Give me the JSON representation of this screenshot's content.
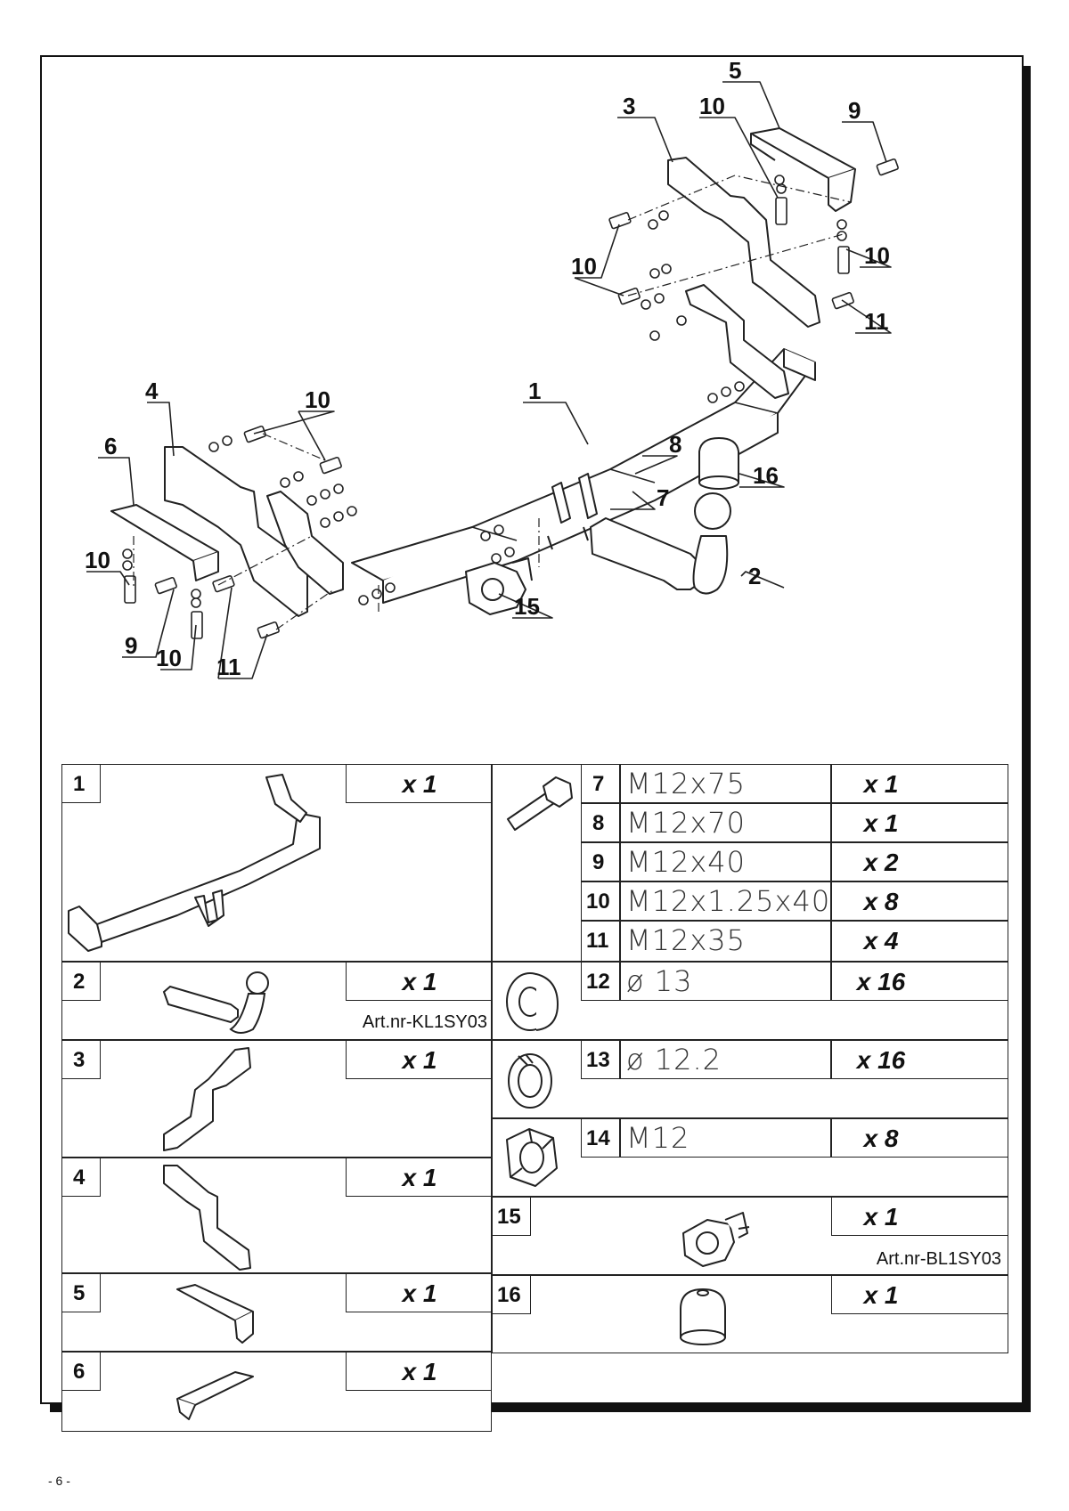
{
  "callouts": [
    "1",
    "2",
    "3",
    "4",
    "5",
    "6",
    "7",
    "8",
    "9",
    "10",
    "11",
    "15",
    "16"
  ],
  "parts": [
    {
      "num": "1",
      "qty_mul": "x",
      "qty": "1",
      "icon": "tow-bar-crossbeam"
    },
    {
      "num": "2",
      "qty_mul": "x",
      "qty": "1",
      "art": "Art.nr-KL1SY03",
      "icon": "ball-neck"
    },
    {
      "num": "3",
      "qty_mul": "x",
      "qty": "1",
      "icon": "right-side-bracket"
    },
    {
      "num": "4",
      "qty_mul": "x",
      "qty": "1",
      "icon": "left-side-bracket"
    },
    {
      "num": "5",
      "qty_mul": "x",
      "qty": "1",
      "icon": "right-mounting-plate"
    },
    {
      "num": "6",
      "qty_mul": "x",
      "qty": "1",
      "icon": "left-mounting-plate"
    },
    {
      "num": "7",
      "spec": "M12x75",
      "qty_mul": "x",
      "qty": "1",
      "icon": "bolt"
    },
    {
      "num": "8",
      "spec": "M12x70",
      "qty_mul": "x",
      "qty": "1"
    },
    {
      "num": "9",
      "spec": "M12x40",
      "qty_mul": "x",
      "qty": "2"
    },
    {
      "num": "10",
      "spec": "M12x1.25x40",
      "qty_mul": "x",
      "qty": "8"
    },
    {
      "num": "11",
      "spec": "M12x35",
      "qty_mul": "x",
      "qty": "4"
    },
    {
      "num": "12",
      "spec": "ø 13",
      "qty_mul": "x",
      "qty": "16",
      "icon": "flat-washer"
    },
    {
      "num": "13",
      "spec": "ø 12.2",
      "qty_mul": "x",
      "qty": "16",
      "icon": "spring-washer"
    },
    {
      "num": "14",
      "spec": "M12",
      "qty_mul": "x",
      "qty": "8",
      "icon": "hex-nut"
    },
    {
      "num": "15",
      "qty_mul": "x",
      "qty": "1",
      "art": "Art.nr-BL1SY03",
      "icon": "socket-plate"
    },
    {
      "num": "16",
      "qty_mul": "x",
      "qty": "1",
      "icon": "ball-cap"
    }
  ],
  "page_number": "- 6 -"
}
